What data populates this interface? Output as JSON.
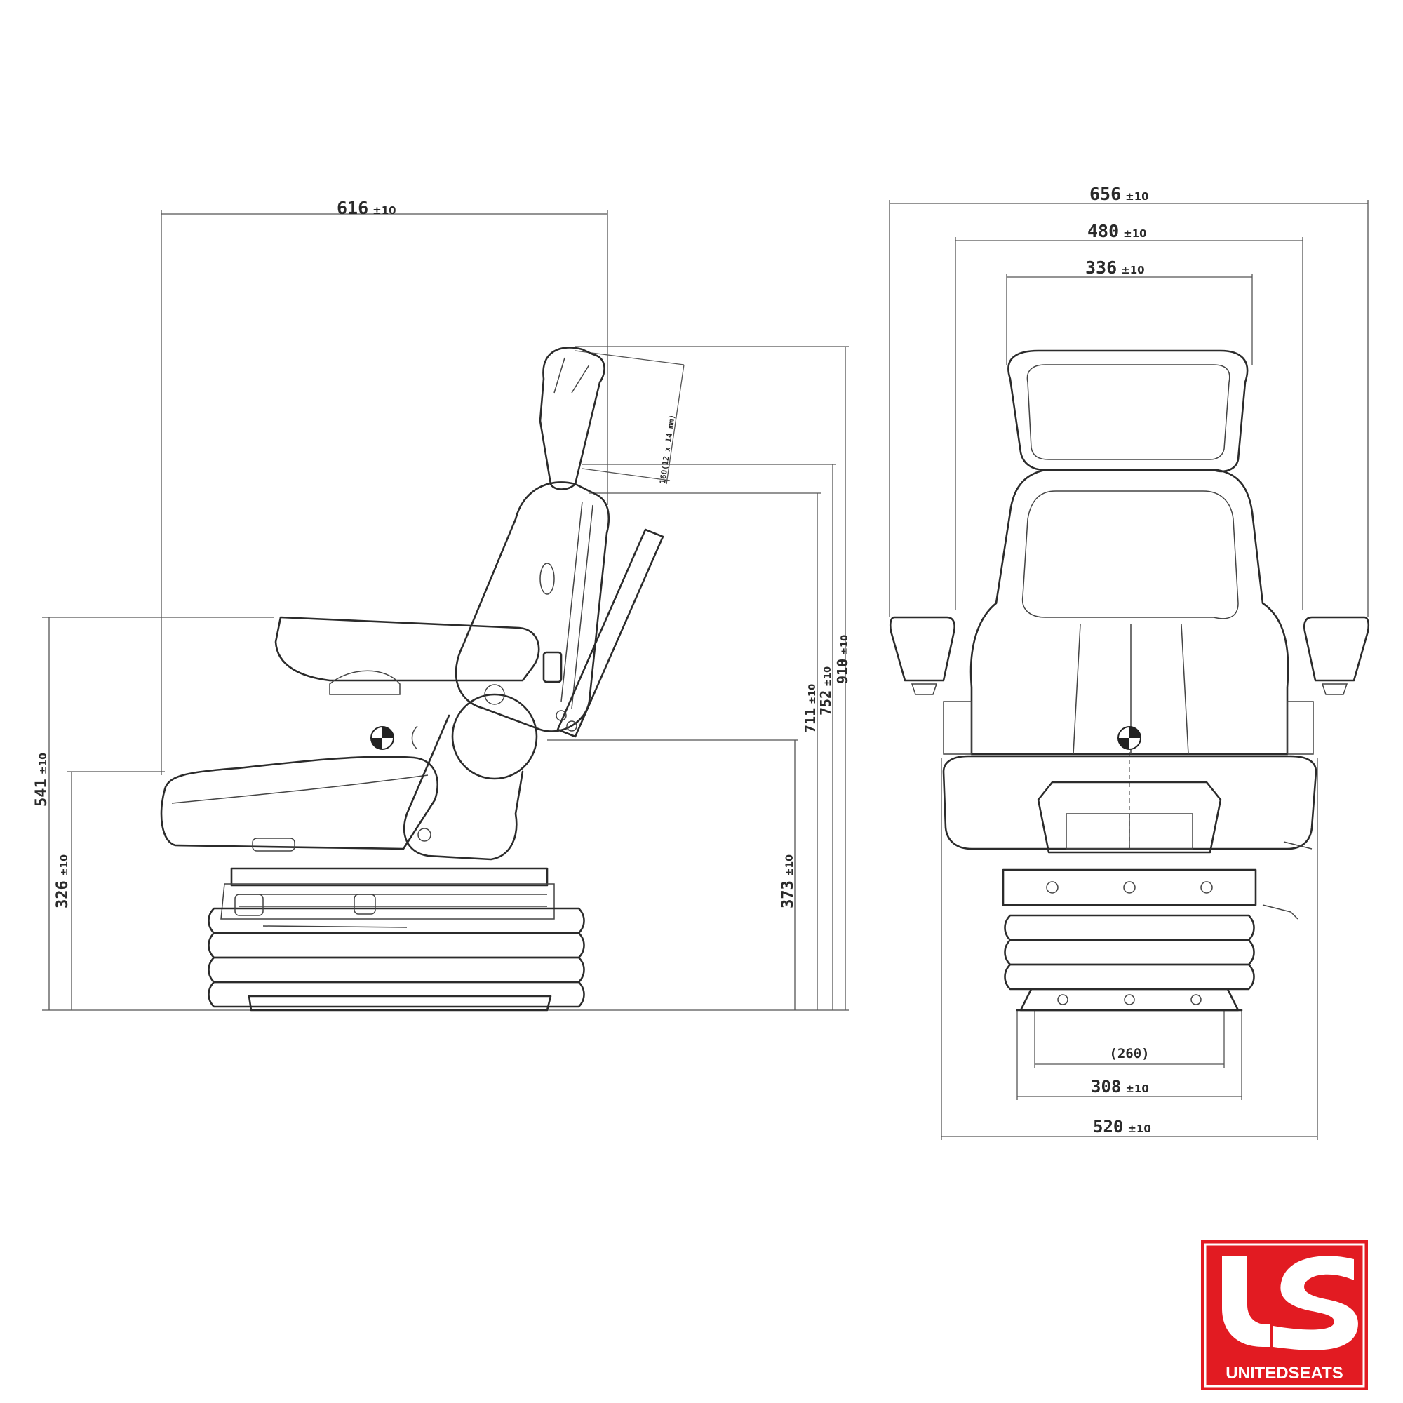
{
  "brand": {
    "name": "UNITEDSEATS",
    "logo_color": "#e21b22"
  },
  "side_view": {
    "overall_depth": {
      "value": "616",
      "tol": "±10"
    },
    "headrest_adjust": "160(12 x 14 mm)",
    "armrest_height": {
      "value": "541",
      "tol": "±10"
    },
    "seat_height": {
      "value": "326",
      "tol": "±10"
    },
    "cg_height": {
      "value": "373",
      "tol": "±10"
    },
    "backrest_height_low": {
      "value": "711",
      "tol": "±10"
    },
    "backrest_height_mid": {
      "value": "752",
      "tol": "±10"
    },
    "overall_height": {
      "value": "910",
      "tol": "±10"
    }
  },
  "front_view": {
    "overall_width": {
      "value": "656",
      "tol": "±10"
    },
    "armrest_inner_width": {
      "value": "480",
      "tol": "±10"
    },
    "backrest_width": {
      "value": "336",
      "tol": "±10"
    },
    "mount_pitch": {
      "value": "(260)"
    },
    "base_width": {
      "value": "308",
      "tol": "±10"
    },
    "cushion_width": {
      "value": "520",
      "tol": "±10"
    }
  }
}
